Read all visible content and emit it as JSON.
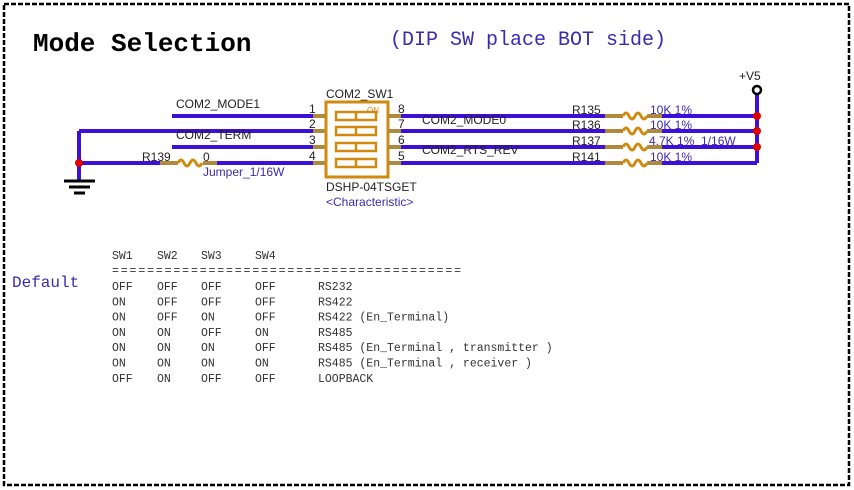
{
  "title": "Mode Selection",
  "note": "(DIP SW place BOT side)",
  "power": "+V5",
  "switch": {
    "ref": "COM2_SW1",
    "part": "DSHP-04TSGET",
    "characteristic": "<Characteristic>",
    "on_mark": "ON",
    "pins_left": [
      "1",
      "2",
      "3",
      "4"
    ],
    "pins_right": [
      "8",
      "7",
      "6",
      "5"
    ]
  },
  "nets_left": [
    "COM2_MODE1",
    "COM2_TERM"
  ],
  "nets_right": [
    "COM2_MODE0",
    "COM2_RTS_REV"
  ],
  "r139": {
    "ref": "R139",
    "value": "0",
    "desc": "Jumper_1/16W"
  },
  "resistors": [
    {
      "ref": "R135",
      "value": "10K 1%"
    },
    {
      "ref": "R136",
      "value": "10K 1%"
    },
    {
      "ref": "R137",
      "value": "4.7K 1%  1/16W"
    },
    {
      "ref": "R141",
      "value": "10K 1%"
    }
  ],
  "default_label": "Default",
  "table": {
    "headers": [
      "SW1",
      "SW2",
      "SW3",
      "SW4"
    ],
    "separator": "========================================",
    "rows": [
      [
        "OFF",
        "OFF",
        "OFF",
        "OFF",
        "RS232"
      ],
      [
        "ON",
        "OFF",
        "OFF",
        "OFF",
        "RS422"
      ],
      [
        "ON",
        "OFF",
        "ON",
        "OFF",
        "RS422 (En_Terminal)"
      ],
      [
        "ON",
        "ON",
        "OFF",
        "ON",
        "RS485"
      ],
      [
        "ON",
        "ON",
        "ON",
        "OFF",
        "RS485 (En_Terminal , transmitter )"
      ],
      [
        "ON",
        "ON",
        "ON",
        "ON",
        "RS485 (En_Terminal , receiver )"
      ],
      [
        "OFF",
        "ON",
        "OFF",
        "OFF",
        "LOOPBACK"
      ]
    ]
  },
  "colors": {
    "wire": "#3c10d8",
    "component": "#d08a10",
    "junction": "#e00000",
    "note": "#3a2ab0"
  }
}
